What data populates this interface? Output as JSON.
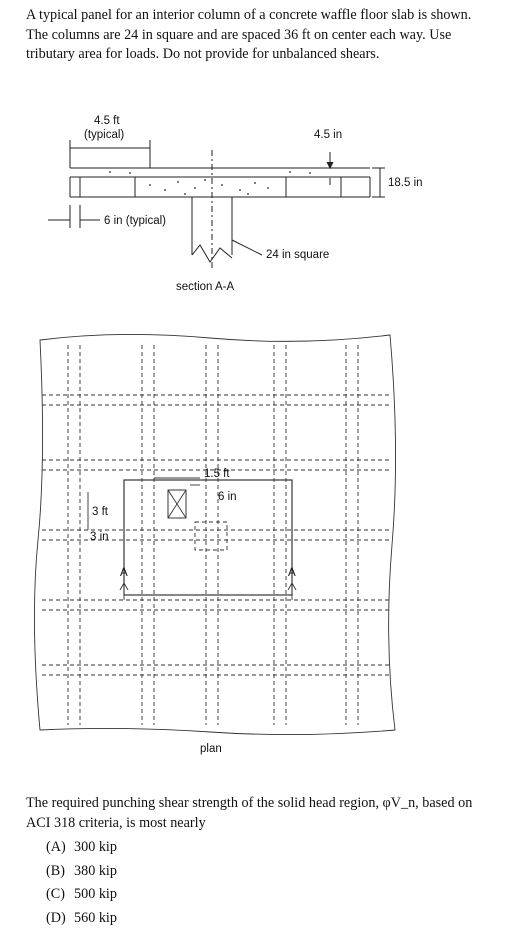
{
  "problem": {
    "text": "A typical panel for an interior column of a concrete waffle floor slab is shown. The columns are 24 in square and are spaced 36 ft on center each way. Use tributary area for loads. Do not provide for unbalanced shears."
  },
  "section": {
    "dim_top_left_1": "4.5 ft",
    "dim_top_left_2": "(typical)",
    "dim_top_right": "4.5 in",
    "dim_depth": "18.5 in",
    "dim_rib": "6 in (typical)",
    "dim_column": "24 in square",
    "caption": "section A-A"
  },
  "plan": {
    "dim_1_5ft": "1.5 ft",
    "dim_6in": "6 in",
    "dim_3ft": "3 ft",
    "dim_3in": "3 in",
    "cut_left": "A",
    "cut_right": "A",
    "caption": "plan"
  },
  "question": {
    "text": "The required punching shear strength of the solid head region, φV_n, based on ACI 318 criteria, is most nearly",
    "options": [
      {
        "letter": "(A)",
        "value": "300 kip"
      },
      {
        "letter": "(B)",
        "value": "380 kip"
      },
      {
        "letter": "(C)",
        "value": "500 kip"
      },
      {
        "letter": "(D)",
        "value": "560 kip"
      }
    ]
  }
}
